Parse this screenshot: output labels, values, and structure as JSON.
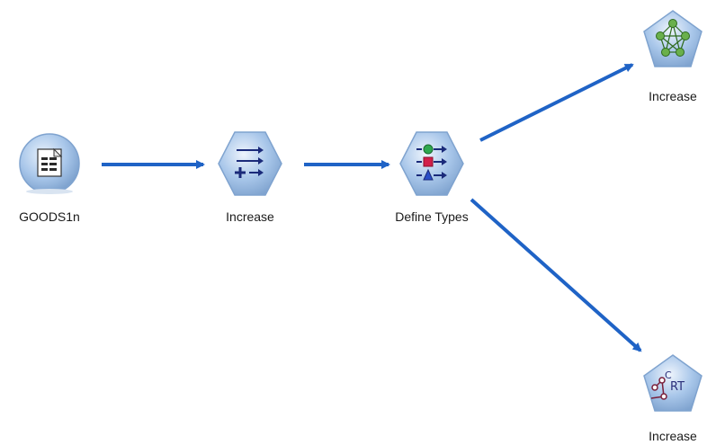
{
  "stream": {
    "nodes": {
      "source": {
        "label": "GOODS1n",
        "icon": "variable-file-source-icon"
      },
      "derive": {
        "label": "Increase",
        "icon": "derive-node-icon"
      },
      "type": {
        "label": "Define Types",
        "icon": "type-node-icon"
      },
      "neural": {
        "label": "Increase",
        "icon": "neural-net-model-icon"
      },
      "cart": {
        "label": "Increase",
        "icon": "cart-model-icon"
      }
    },
    "cart_icon_text": {
      "c": "C",
      "rt": "RT"
    },
    "colors": {
      "connector": "#1f63c6",
      "node_fill": "#a9c7ea",
      "node_stroke": "#7fa3cf",
      "model_icon_green": "#6ab04c",
      "cart_icon_color": "#7a1f3a"
    }
  }
}
